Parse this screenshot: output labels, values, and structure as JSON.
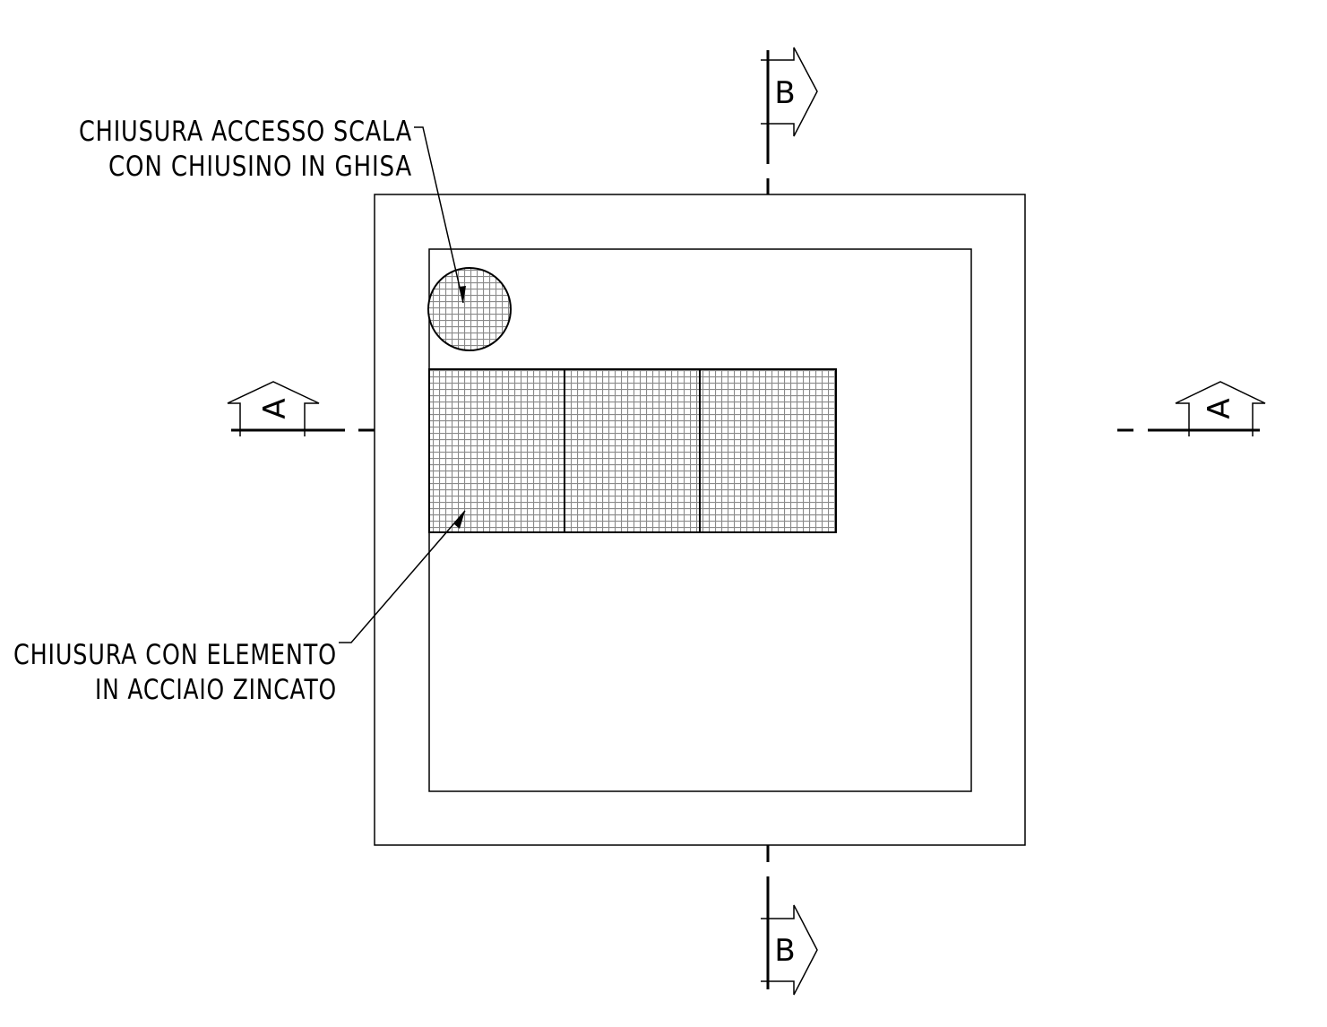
{
  "annotations": {
    "top_left": {
      "line1": "CHIUSURA ACCESSO SCALA",
      "line2": "CON CHIUSINO IN GHISA"
    },
    "bottom_left": {
      "line1": "CHIUSURA CON ELEMENTO",
      "line2": "IN ACCIAIO ZINCATO"
    }
  },
  "section_markers": {
    "a": "A",
    "b": "B"
  },
  "colors": {
    "line": "#000000",
    "hatch": "#8a8a8a",
    "background": "#ffffff"
  }
}
